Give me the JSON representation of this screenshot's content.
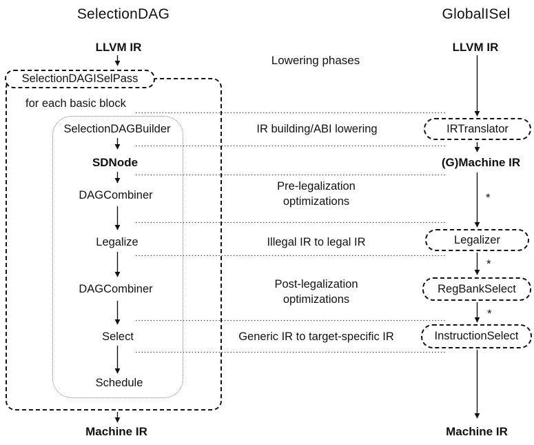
{
  "colors": {
    "ink": "#111111",
    "background": "#ffffff",
    "dotted_separator": "#444444"
  },
  "left_pipeline": {
    "title": "SelectionDAG",
    "input_label": "LLVM IR",
    "pass_label": "SelectionDAGISelPass",
    "loop_label": "for each basic block",
    "stages": {
      "builder": "SelectionDAGBuilder",
      "sdnode": "SDNode",
      "combiner1": "DAGCombiner",
      "legalize": "Legalize",
      "combiner2": "DAGCombiner",
      "select": "Select",
      "schedule": "Schedule"
    },
    "output_label": "Machine IR"
  },
  "middle_labels": {
    "header": "Lowering phases",
    "ir_building": "IR building/ABI lowering",
    "pre_legalization": "Pre-legalization optimizations",
    "illegal_to_legal": "Illegal IR to legal IR",
    "post_legalization": "Post-legalization optimizations",
    "generic_to_target": "Generic IR to target-specific IR"
  },
  "right_pipeline": {
    "title": "GlobalISel",
    "input_label": "LLVM IR",
    "stages": {
      "irtranslator": "IRTranslator",
      "gmachine_ir": "(G)Machine IR",
      "legalizer": "Legalizer",
      "regbankselect": "RegBankSelect",
      "instructionselect": "InstructionSelect"
    },
    "repeat_marker": "*",
    "output_label": "Machine IR"
  }
}
